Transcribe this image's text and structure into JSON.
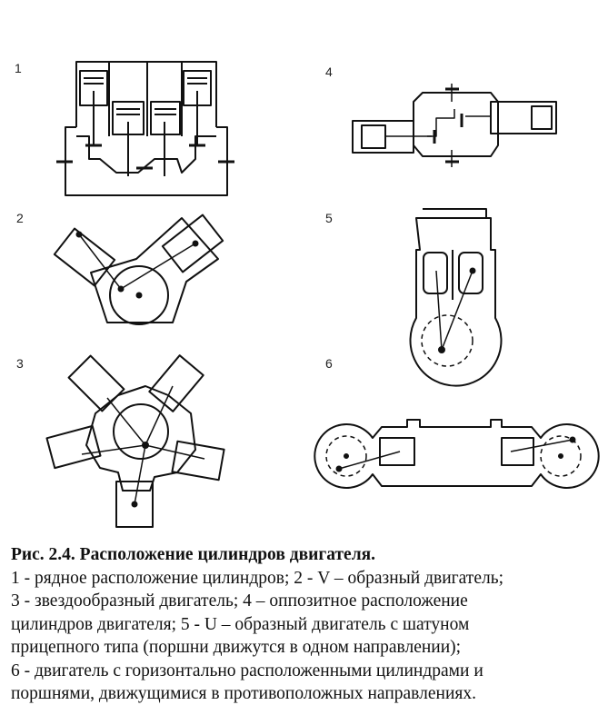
{
  "figure": {
    "labels": [
      "1",
      "2",
      "3",
      "4",
      "5",
      "6"
    ]
  },
  "caption": {
    "title": "Рис. 2.4. Расположение цилиндров двигателя.",
    "lines": [
      "1 - рядное расположение цилиндров; 2 - V – образный двигатель;",
      "3 - звездообразный двигатель; 4 – оппозитное расположение",
      "цилиндров двигателя; 5 - U – образный двигатель с шатуном",
      "прицепного типа (поршни движутся в одном направлении);",
      "6 - двигатель с горизонтально расположенными цилиндрами и",
      "поршнями, движущимися в противоположных направлениях."
    ]
  }
}
